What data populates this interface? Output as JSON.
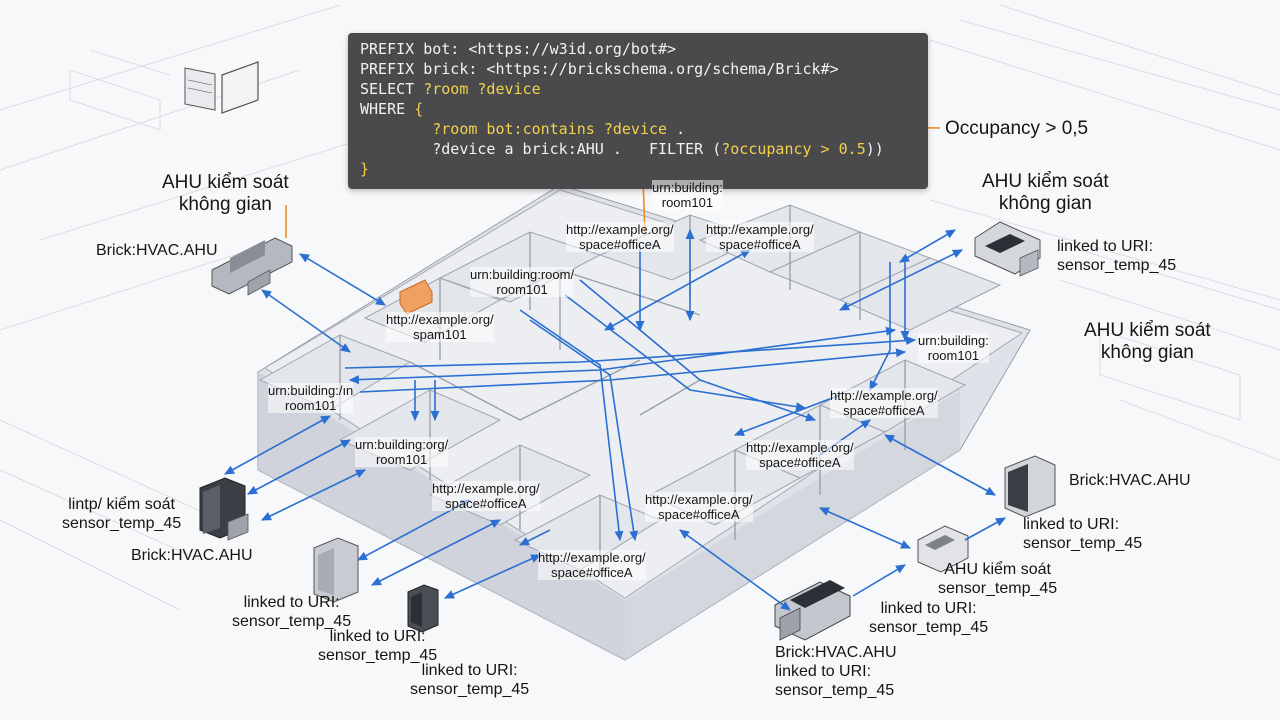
{
  "sparql": {
    "line1": "PREFIX bot: <https://w3id.org/bot#>",
    "line2": "PREFIX brick: <https://brickschema.org/schema/Brick#>",
    "line3_select": "SELECT ",
    "line3_vars": "?room ?device",
    "line4_where": "WHERE ",
    "line4_brace": "{",
    "line5_indent": "        ",
    "line5_room": "?room bot:",
    "line5_contains": "contains",
    "line5_device": " ?device",
    "line5_end": " .",
    "line6_indent": "        ",
    "line6_device": "?device a brick:AHU .   ",
    "line6_filter": "FILTER (",
    "line6_cond": "?occupancy > 0.5",
    "line6_end": "))",
    "line7_brace": "}"
  },
  "callout": {
    "occupancy": "Occupancy > 0,5"
  },
  "labels": {
    "ahu_control_left": [
      "AHU kiểm soát",
      "không gian"
    ],
    "ahu_control_right_top": [
      "AHU kiểm soát",
      "không gian"
    ],
    "ahu_control_right_mid": [
      "AHU kiểm soát",
      "không gian"
    ],
    "brick_left_top": "Brick:HVAC.AHU",
    "brick_left_bottom": "Brick:HVAC.AHU",
    "brick_right": "Brick:HVAC.AHU",
    "brick_bottom": "Brick:HVAC.AHU",
    "lintp_left": [
      "lintp/ kiểm soát",
      "sensor_temp_45"
    ],
    "linked_right_top": [
      "linked to URI:",
      "sensor_temp_45"
    ],
    "linked_right_bottom": [
      "linked to URI:",
      "sensor_temp_45"
    ],
    "linked_bottom_1": [
      "linked to URI:",
      "sensor_temp_45"
    ],
    "linked_bottom_2": [
      "linked to URI:",
      "sensor_temp_45"
    ],
    "linked_bottom_3": [
      "linked to URI:",
      "sensor_temp_45"
    ],
    "linked_bottom_4": [
      "linked to URI:",
      "sensor_temp_45"
    ],
    "linked_bottom_5": [
      "linked to URI:",
      "sensor_temp_45"
    ],
    "ahu_sensor_bottom": [
      "AHU kiểm soát",
      "sensor_temp_45"
    ]
  },
  "uris": {
    "room_top": [
      "urn:building:",
      "room101"
    ],
    "office_top_left": [
      "http://example.org/",
      "space#officeA"
    ],
    "office_top_right": [
      "http://example.org/",
      "space#officeA"
    ],
    "room_mid_top": [
      "urn:building:room/",
      "room101"
    ],
    "spam": [
      "http://example.org/",
      "spam101"
    ],
    "room_right": [
      "urn:building:",
      "room101"
    ],
    "room_left": [
      "urn:building:/ın",
      "room101"
    ],
    "office_right_mid": [
      "http://example.org/",
      "space#officeA"
    ],
    "room_org": [
      "urn:building:org/",
      "room101"
    ],
    "office_center_right": [
      "http://example.org/",
      "space#officeA"
    ],
    "office_center_left": [
      "http://example.org/",
      "space#officeA"
    ],
    "office_center": [
      "http://example.org/",
      "space#officeA"
    ],
    "office_bottom": [
      "http://example.org/",
      "space#officeA"
    ]
  },
  "colors": {
    "arrow": "#2a6fd1",
    "accent_orange": "#f08a24",
    "code_bg": "#4a4a4c",
    "keyword_yellow": "#f3d14a",
    "wall": "#d9dce2"
  }
}
